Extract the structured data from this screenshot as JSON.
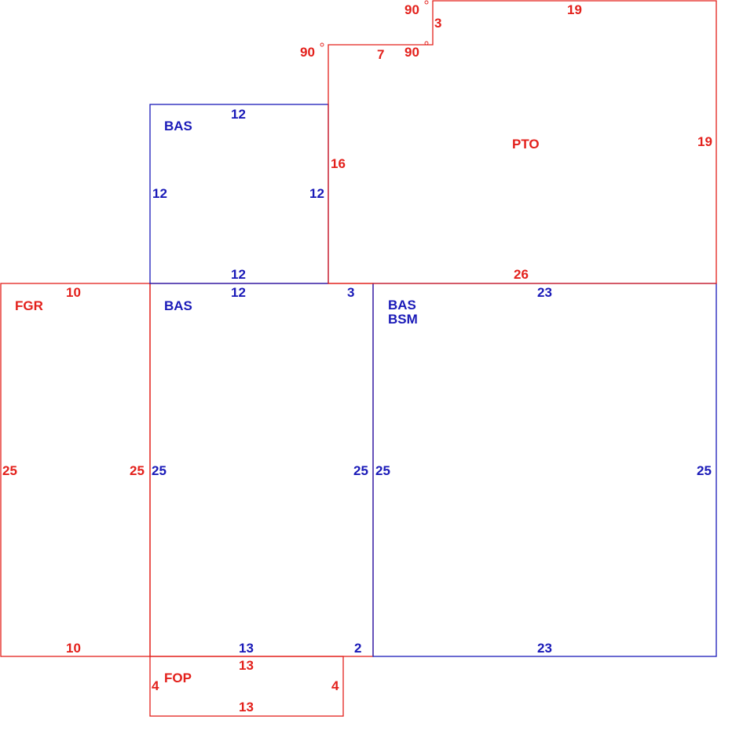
{
  "colors": {
    "red": "#e3201b",
    "blue": "#1a1ab8"
  },
  "areas": {
    "bas_upper": {
      "code": "BAS",
      "top": "12",
      "left": "12",
      "right": "12",
      "bottom": "12"
    },
    "bas_lower": {
      "code": "BAS",
      "top": "12",
      "top_right": "3",
      "left": "25",
      "right": "25",
      "bottom": "13",
      "bottom_right": "2"
    },
    "bas_bsm": {
      "code1": "BAS",
      "code2": "BSM",
      "top": "23",
      "left": "25",
      "right": "25",
      "bottom": "23"
    },
    "fgr": {
      "code": "FGR",
      "top": "10",
      "left": "25",
      "right": "25",
      "bottom": "10"
    },
    "pto": {
      "code": "PTO",
      "top": "19",
      "right": "19",
      "bottom": "26",
      "left": "16",
      "step_top": "7",
      "step_side": "3",
      "angle1": "90",
      "angle2": "90",
      "angle3": "90"
    },
    "fop": {
      "code": "FOP",
      "top": "13",
      "left": "4",
      "right": "4",
      "bottom": "13"
    }
  }
}
